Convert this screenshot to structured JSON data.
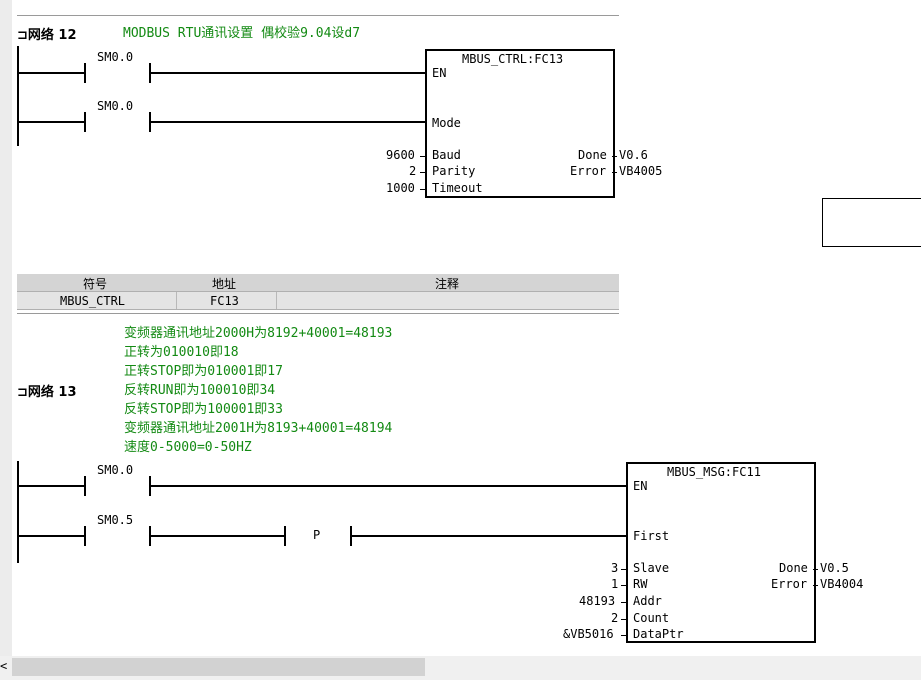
{
  "network12": {
    "marker": "⊐",
    "label": "网络 12",
    "comment": "MODBUS RTU通讯设置    偶校验9.04设d7",
    "contacts": [
      "SM0.0",
      "SM0.0"
    ],
    "block": {
      "title": "MBUS_CTRL:FC13",
      "pins_in": [
        "EN",
        "Mode",
        "Baud",
        "Parity",
        "Timeout"
      ],
      "values_in": [
        "9600",
        "2",
        "1000"
      ],
      "pins_out": [
        "Done",
        "Error"
      ],
      "values_out": [
        "V0.6",
        "VB4005"
      ]
    }
  },
  "symbol_table": {
    "headers": [
      "符号",
      "地址",
      "注释"
    ],
    "row": [
      "MBUS_CTRL",
      "FC13",
      ""
    ]
  },
  "network13": {
    "marker": "⊐",
    "label": "网络 13",
    "comments": [
      "变频器通讯地址2000H为8192+40001=48193",
      "正转为010010即18",
      "正转STOP即为010001即17",
      "反转RUN即为100010即34",
      "反转STOP即为100001即33",
      "变频器通讯地址2001H为8193+40001=48194",
      "速度0-5000=0-50HZ"
    ],
    "contacts": [
      "SM0.0",
      "SM0.5"
    ],
    "edge_label": "P",
    "block": {
      "title": "MBUS_MSG:FC11",
      "pins_in": [
        "EN",
        "First",
        "Slave",
        "RW",
        "Addr",
        "Count",
        "DataPtr"
      ],
      "values_in": [
        "3",
        "1",
        "48193",
        "2",
        "&VB5016"
      ],
      "pins_out": [
        "Done",
        "Error"
      ],
      "values_out": [
        "V0.5",
        "VB4004"
      ]
    }
  },
  "scrollbar": {
    "left_arrow": "<"
  },
  "colors": {
    "comment": "#138a13",
    "table_header": "#d4d4d4"
  }
}
